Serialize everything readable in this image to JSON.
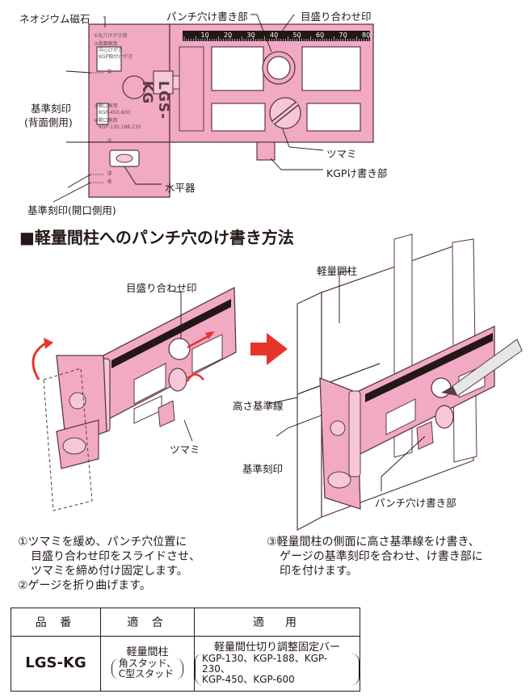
{
  "top_diagram": {
    "labels": {
      "magnet": "ネオジウム磁石",
      "punch_marking": "パンチ穴け書き部",
      "scale_mark": "目盛り合わせ印",
      "reference_back": "基準刻印",
      "reference_back_sub": "(背面側用)",
      "knob": "ツマミ",
      "kgp_marking": "KGPけ書き部",
      "level": "水平器",
      "reference_open": "基準刻印(開口側用)"
    },
    "gauge_brand": "LGS-KG",
    "circle_numbers": [
      "①",
      "②",
      "③",
      "④"
    ],
    "small_text": {
      "use1": "①丸穴けがき用",
      "use2a": "②背面側用",
      "use2b": "中心けがき",
      "use2c": "KGP取付けがき",
      "use3a": "③開口側用",
      "use3b": "KGP-450,600",
      "use4a": "④開口側用",
      "use4b": "KGP-130,188,230"
    },
    "scale_numbers": [
      "10",
      "20",
      "30",
      "40",
      "50",
      "60",
      "70",
      "80"
    ]
  },
  "section_heading": "■軽量間柱へのパンチ穴のけ書き方法",
  "bottom_diagram": {
    "labels": {
      "scale_mark": "目盛り合わせ印",
      "knob": "ツマミ",
      "stud": "軽量間柱",
      "height_line": "高さ基準線",
      "reference": "基準刻印",
      "punch_marking": "パンチ穴け書き部"
    }
  },
  "steps": {
    "step1": [
      "①ツマミを緩め、パンチ穴位置に",
      "目盛り合わせ印をスライドさせ、",
      "ツマミを締め付け固定します。"
    ],
    "step2": "②ゲージを折り曲げます。",
    "step3": [
      "③軽量間柱の側面に高さ基準線をけ書き、",
      "ゲージの基準刻印を合わせ、け書き部に",
      "印を付けます。"
    ]
  },
  "table": {
    "headers": [
      "品 番",
      "適 合",
      "適　用"
    ],
    "row": {
      "model": "LGS-KG",
      "fit_title": "軽量間柱",
      "fit_detail1": "角スタッド、",
      "fit_detail2": "C型スタッド",
      "app_title": "軽量間仕切り調整固定バー",
      "app_detail1": "KGP-130、KGP-188、KGP-230、",
      "app_detail2": "KGP-450、KGP-600"
    }
  },
  "colors": {
    "gauge_pink": "#f2a9c4",
    "gauge_stroke": "#5a3a44",
    "arrow_red": "#e8332a",
    "text": "#231815"
  }
}
